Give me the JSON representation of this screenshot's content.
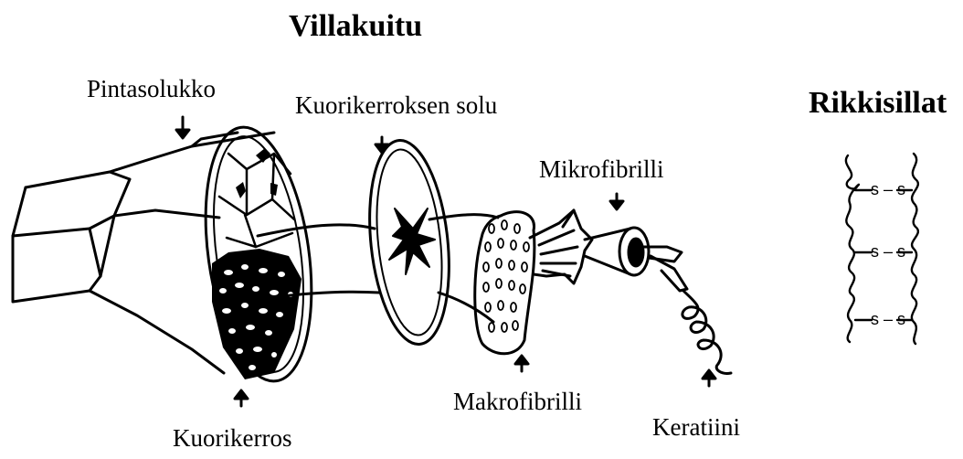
{
  "diagram": {
    "title": "Villakuitu",
    "side_title": "Rikkisillat",
    "labels": {
      "pintasolukko": "Pintasolukko",
      "kuorikerroksen_solu": "Kuorikerroksen solu",
      "mikrofibrilli": "Mikrofibrilli",
      "makrofibrilli": "Makrofibrilli",
      "keratiini": "Keratiini",
      "kuorikerros": "Kuorikerros"
    },
    "bonds": [
      {
        "text": "s – s"
      },
      {
        "text": "s – s"
      },
      {
        "text": "s – s"
      }
    ]
  }
}
